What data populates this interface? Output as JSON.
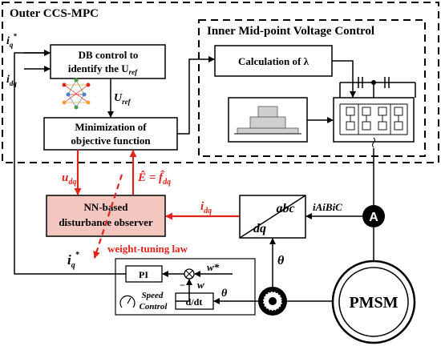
{
  "outer_title": "Outer CCS-MPC",
  "inner_title": "Inner Mid-point Voltage Control",
  "db_block": {
    "line1": "DB control to",
    "line2": "identify the U",
    "sub": "ref"
  },
  "min_block": {
    "line1": "Minimization of",
    "line2": "objective function"
  },
  "lambda_block": "Calculation of  λ",
  "nn_block": {
    "line1": "NN-based",
    "line2": "disturbance observer"
  },
  "transform": {
    "top": "abc",
    "bottom": "dq"
  },
  "pmsm": "PMSM",
  "pi": "PI",
  "ddt": "d/dt",
  "speed_control": {
    "line1": "Speed",
    "line2": "Control"
  },
  "weight_tuning": "weight-tuning law",
  "labels": {
    "iq_star": "i",
    "iq_star_sub": "q",
    "idq": "i",
    "idq_sub": "dq",
    "uref": "U",
    "uref_sub": "ref",
    "udq": "u",
    "udq_sub": "dq",
    "ehat": "Ê = f̂",
    "ehat_sub": "dq",
    "idq_red": "i",
    "idq_red_sub": "dq",
    "currents": "iAiBiC",
    "theta1": "θ",
    "theta2": "θ",
    "w_star": "w*",
    "w": "w",
    "minus": "−",
    "ammeter": "A"
  },
  "colors": {
    "red": "#e2231a",
    "nn_fill": "#f4c6c0",
    "black": "#000000"
  }
}
